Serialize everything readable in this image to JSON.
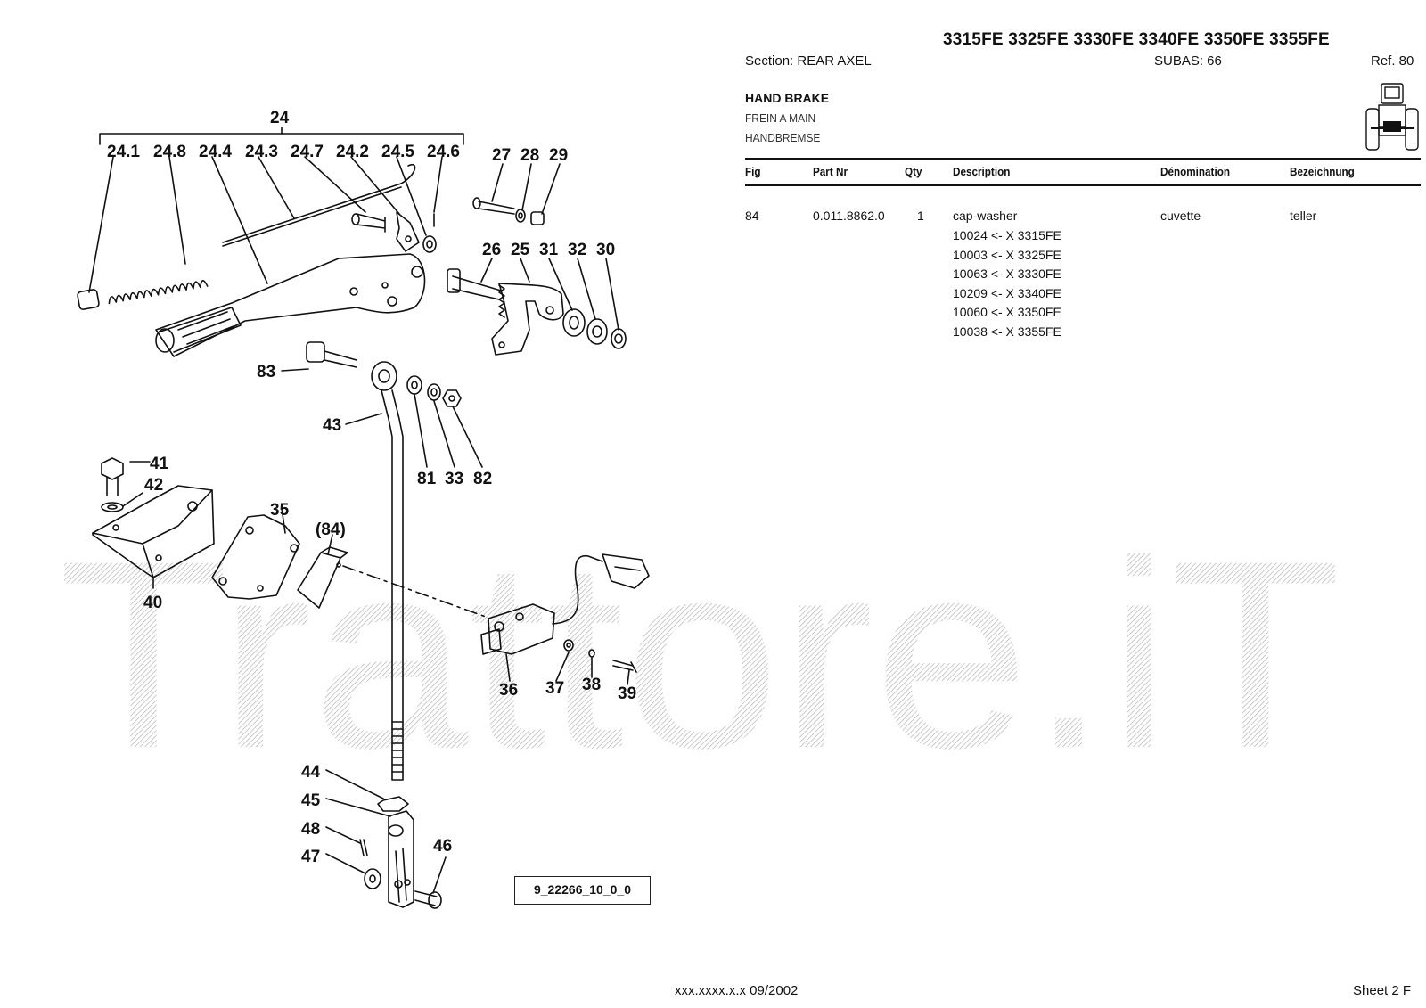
{
  "header": {
    "models": "3315FE 3325FE 3330FE 3340FE 3350FE 3355FE",
    "section": "Section: REAR AXEL",
    "subas": "SUBAS: 66",
    "ref": "Ref. 80",
    "title_en": "HAND BRAKE",
    "title_fr": "FREIN A MAIN",
    "title_de": "HANDBREMSE"
  },
  "table": {
    "columns": [
      "Fig",
      "Part Nr",
      "Qty",
      "Description",
      "Dénomination",
      "Bezeichnung"
    ],
    "rows": [
      {
        "fig": "84",
        "part_nr": "0.011.8862.0",
        "qty": "1",
        "description": "cap-washer",
        "denomination": "cuvette",
        "bezeichnung": "teller",
        "variants": [
          "10024 <- X 3315FE",
          "10003 <- X 3325FE",
          "10063 <- X 3330FE",
          "10209 <- X 3340FE",
          "10060 <- X 3350FE",
          "10038 <- X 3355FE"
        ]
      }
    ]
  },
  "diagram": {
    "group_label": "24",
    "callouts": {
      "c24_1": "24.1",
      "c24_8": "24.8",
      "c24_4": "24.4",
      "c24_3": "24.3",
      "c24_7": "24.7",
      "c24_2": "24.2",
      "c24_5": "24.5",
      "c24_6": "24.6",
      "c27": "27",
      "c28": "28",
      "c29": "29",
      "c26": "26",
      "c25": "25",
      "c31": "31",
      "c32": "32",
      "c30": "30",
      "c83": "83",
      "c43": "43",
      "c81": "81",
      "c33": "33",
      "c82": "82",
      "c41": "41",
      "c42": "42",
      "c35": "35",
      "c84": "(84)",
      "c40": "40",
      "c36": "36",
      "c37": "37",
      "c38": "38",
      "c39": "39",
      "c44": "44",
      "c45": "45",
      "c48": "48",
      "c47": "47",
      "c46": "46"
    },
    "drawing_id": "9_22266_10_0_0"
  },
  "watermark": "Trattore.iT",
  "footer": {
    "code": "xxx.xxxx.x.x  09/2002",
    "sheet": "Sheet 2 F"
  }
}
